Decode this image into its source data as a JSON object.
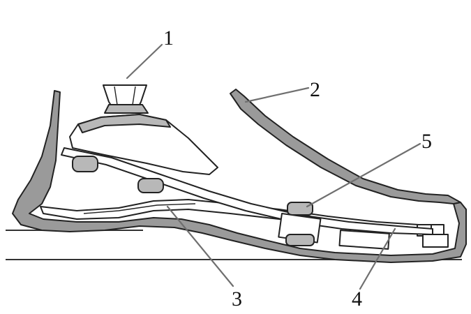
{
  "diagram": {
    "callouts": [
      {
        "id": "1",
        "text": "1"
      },
      {
        "id": "2",
        "text": "2"
      },
      {
        "id": "3",
        "text": "3"
      },
      {
        "id": "4",
        "text": "4"
      },
      {
        "id": "5",
        "text": "5"
      }
    ]
  },
  "colors": {
    "shell_fill": "#9a9a9a",
    "outline": "#222222",
    "leader": "#6f6f6f",
    "background": "#ffffff"
  }
}
